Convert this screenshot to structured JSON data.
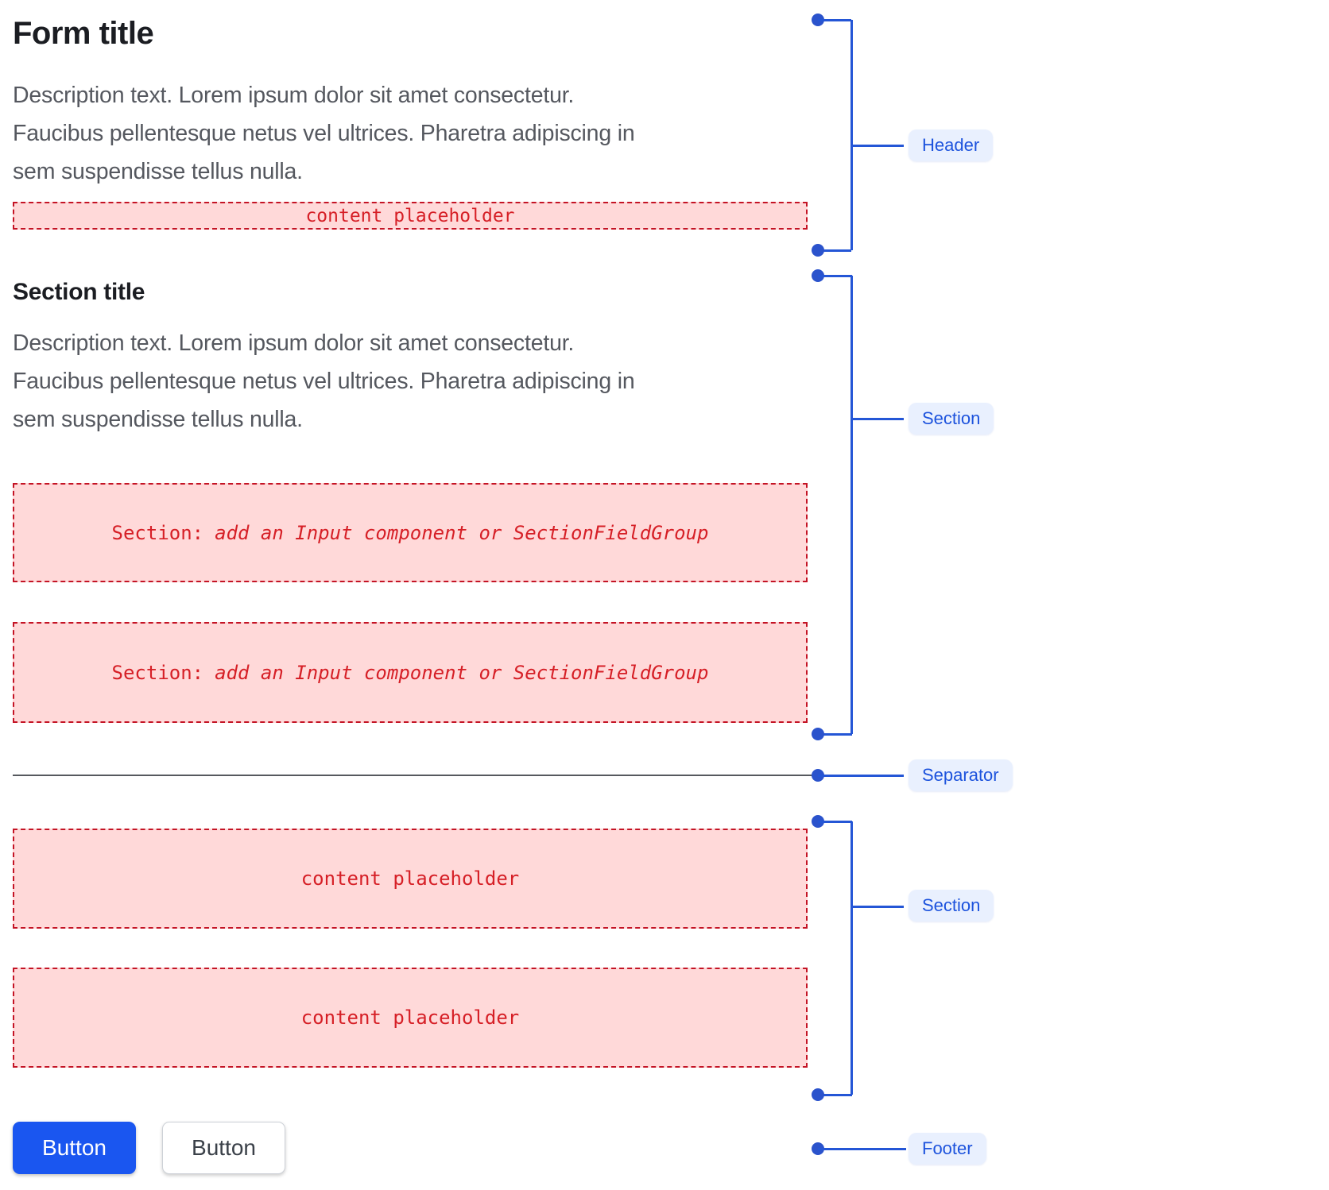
{
  "form": {
    "title": "Form title",
    "description_lines": [
      "Description text. Lorem ipsum dolor sit amet consectetur.",
      "Faucibus pellentesque netus vel ultrices. Pharetra adipiscing in",
      "sem suspendisse tellus nulla."
    ],
    "header_placeholder": "content placeholder",
    "section": {
      "title": "Section title",
      "description_lines": [
        "Description text. Lorem ipsum dolor sit amet consectetur.",
        "Faucibus pellentesque netus vel ultrices. Pharetra adipiscing in",
        "sem suspendisse tellus nulla."
      ],
      "field_placeholder_prefix": "Section:",
      "field_placeholder_rest": "add an Input component or SectionFieldGroup"
    },
    "content_section": {
      "placeholder_1": "content placeholder",
      "placeholder_2": "content placeholder"
    },
    "footer": {
      "primary_button_label": "Button",
      "secondary_button_label": "Button"
    }
  },
  "annotations": {
    "header_label": "Header",
    "section1_label": "Section",
    "separator_label": "Separator",
    "section2_label": "Section",
    "footer_label": "Footer"
  },
  "colors": {
    "annotation_line_blue": "#2456d6",
    "annotation_pill_bg": "#e9f0fe",
    "annotation_pill_text": "#1d53dd",
    "placeholder_bg": "#ffd9d9",
    "placeholder_border": "#c41425",
    "placeholder_text": "#d61f26",
    "primary_button_bg": "#1a56f0",
    "secondary_button_text": "#3b4149",
    "separator_gray": "#56595e",
    "title_text": "#1b1d22",
    "description_text": "#55585f"
  }
}
